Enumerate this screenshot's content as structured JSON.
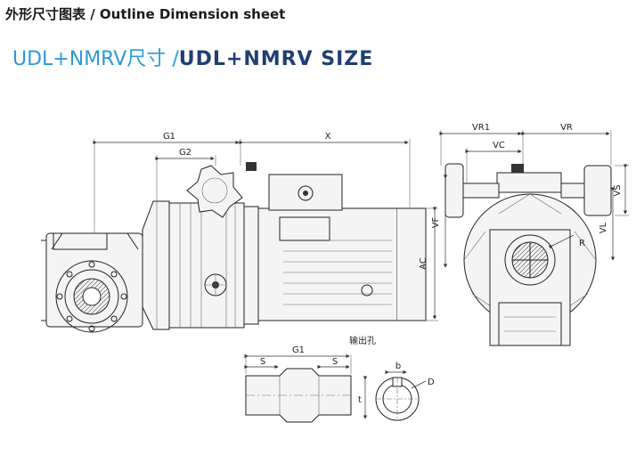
{
  "header": {
    "title": "外形尺寸图表 / Outline Dimension sheet"
  },
  "subtitle": {
    "light": "UDL+NMRV尺寸 ",
    "sep": "/",
    "bold": "UDL+NMRV SIZE"
  },
  "dimensions": {
    "g1": "G1",
    "g2": "G2",
    "x": "X",
    "ac": "AC",
    "vf": "VF",
    "vr1": "VR1",
    "vr": "VR",
    "vc": "VC",
    "vs": "VS",
    "vl": "VL",
    "r": "R"
  },
  "output_hole": {
    "title": "输出孔",
    "g1": "G1",
    "s_left": "S",
    "s_right": "S",
    "b": "b",
    "d": "D",
    "t": "t"
  }
}
